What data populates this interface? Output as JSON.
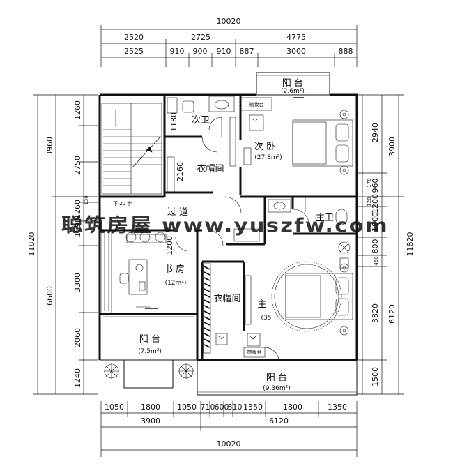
{
  "dimensions": {
    "top_total": "10020",
    "top_row1": [
      "2520",
      "2725",
      "4775"
    ],
    "top_row2": [
      "2525",
      "910",
      "900",
      "910",
      "887",
      "3000",
      "888"
    ],
    "bottom_row1": [
      "1050",
      "1800",
      "1050",
      "710",
      "600",
      "310",
      "1350",
      "1800",
      "1350"
    ],
    "bottom_row2": [
      "3900",
      "6120"
    ],
    "bottom_total": "10020",
    "left_inner": [
      "1260",
      "2750",
      "1260",
      "1590",
      "1200",
      "3300",
      "2060",
      "1240"
    ],
    "left_inner_extra": [
      "1180",
      "2160",
      "130"
    ],
    "left_mid": [
      "3960",
      "6600"
    ],
    "left_total": "11820",
    "right_inner": [
      "2940",
      "960",
      "1200",
      "1800",
      "800",
      "450",
      "3820",
      "1500"
    ],
    "right_inner_extra": [
      "120",
      "170"
    ],
    "right_mid": [
      "3900",
      "6120"
    ],
    "right_total": "11820"
  },
  "rooms": {
    "balcony_top": "阳 台",
    "balcony_top_area": "(2.6m²)",
    "bath2": "次卫",
    "bedroom2": "次 卧",
    "bedroom2_area": "(27.8m²)",
    "closet2": "衣帽间",
    "hall": "过 道",
    "master_bath": "主卫",
    "study": "书 房",
    "study_area": "(12m²)",
    "closet_master": "衣帽间",
    "master": "主",
    "master_area": "(35",
    "balcony_left": "阳 台",
    "balcony_left_area": "(7.5m²)",
    "balcony_right": "阳 台",
    "balcony_right_area": "(9.36m²)",
    "vanity1": "梳妆台",
    "vanity2": "梳妆台",
    "stair_note": "下 20 步"
  },
  "watermark": "聪筑房屋 www.yuszfw.com"
}
